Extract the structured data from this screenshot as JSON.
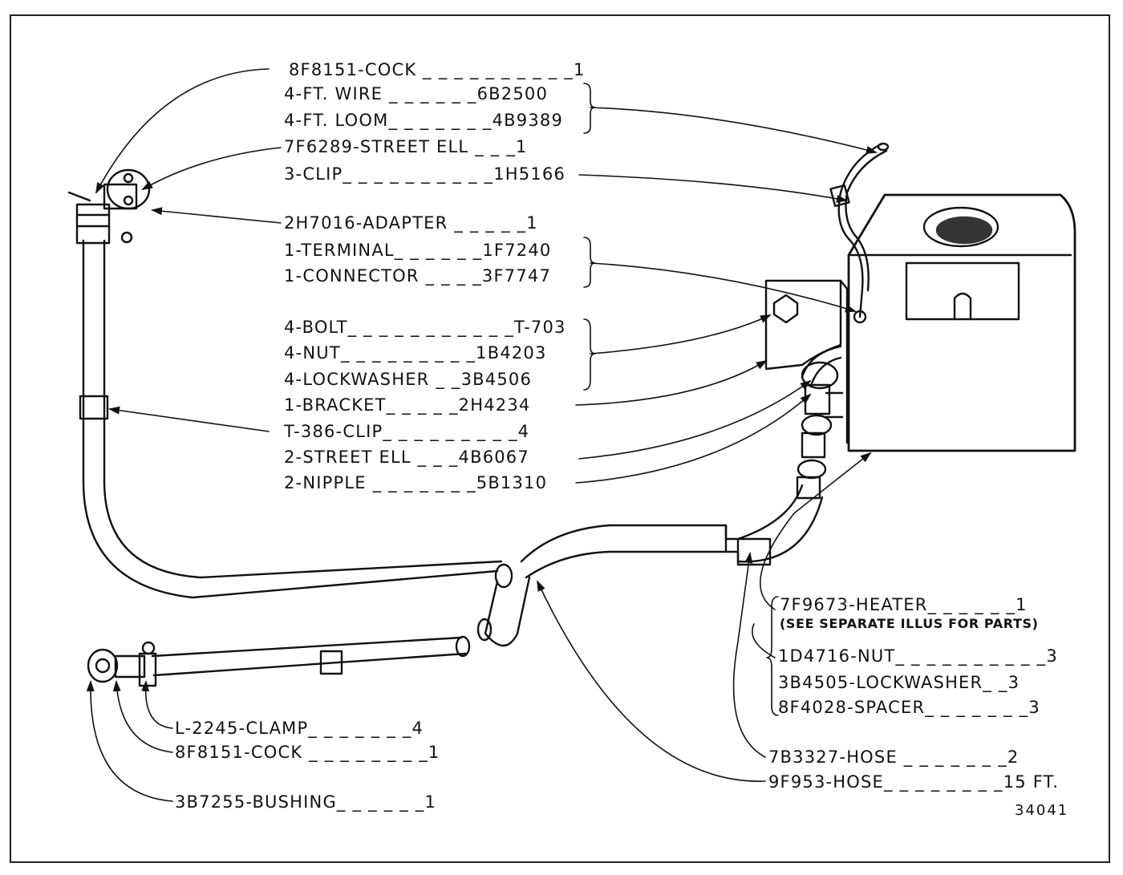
{
  "figure_number": "34041",
  "labels": {
    "l1": "8F8151-COCK _ _ _ _ _ _ _ _ _ _1",
    "l2": "4-FT. WIRE _ _ _ _ _ _6B2500",
    "l3": "4-FT. LOOM_ _ _ _ _ _ _4B9389",
    "l4": "7F6289-STREET ELL _ _ _1",
    "l5": "3-CLIP_ _ _ _ _ _ _ _ _ _1H5166",
    "l6": "2H7016-ADAPTER _ _ _ _ _1",
    "l7": "1-TERMINAL_ _ _ _ _ _1F7240",
    "l8": "1-CONNECTOR _ _ _ _3F7747",
    "l9": "4-BOLT_ _ _ _ _ _ _ _ _ _ _T-703",
    "l10": "4-NUT_ _ _ _ _ _ _ _ _1B4203",
    "l11": "4-LOCKWASHER _ _3B4506",
    "l12": "1-BRACKET_ _ _ _ _2H4234",
    "l13": "T-386-CLIP_ _ _ _ _ _ _ _ _4",
    "l14": "2-STREET ELL _ _ _4B6067",
    "l15": "2-NIPPLE _ _ _ _ _ _ _5B1310",
    "l16": "7F9673-HEATER_ _ _ _ _ _1",
    "l17": "(SEE SEPARATE ILLUS FOR PARTS)",
    "l18": "1D4716-NUT_ _ _ _ _ _ _ _ _ _3",
    "l19": "3B4505-LOCKWASHER_ _3",
    "l20": "8F4028-SPACER_ _ _ _ _ _ _3",
    "l21": "L-2245-CLAMP_ _ _ _ _ _ _4",
    "l22": "8F8151-COCK _ _ _ _ _ _ _ _1",
    "l23": "3B7255-BUSHING_ _ _ _ _ _1",
    "l24": "7B3327-HOSE _ _ _ _ _ _ _2",
    "l25": "9F953-HOSE_ _ _ _ _ _ _ _15 FT."
  }
}
